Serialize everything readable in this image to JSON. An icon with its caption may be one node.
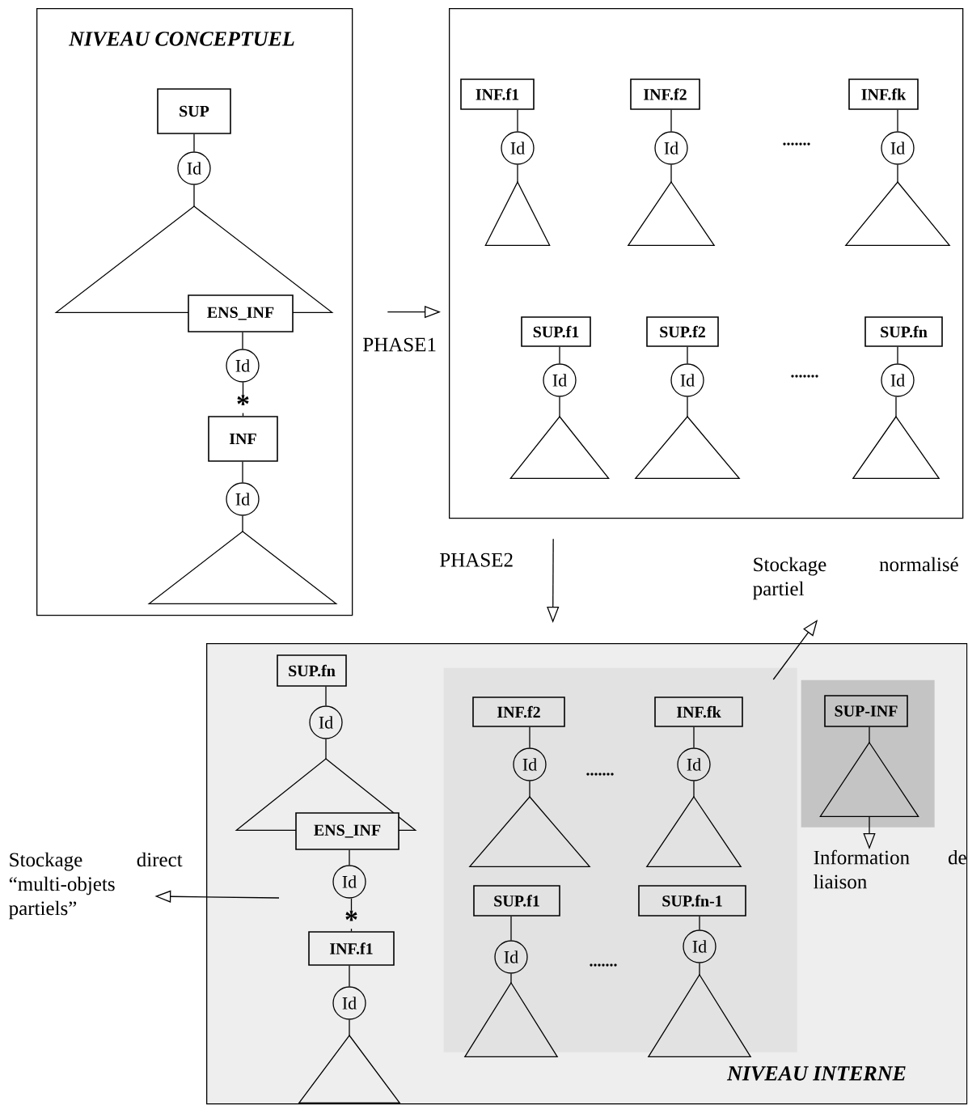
{
  "diagram": {
    "nodes": [
      {
        "text": [
          "NIVEAU CONCEPTUEL"
        ]
      },
      {
        "text": [
          "SUP"
        ],
        "in": 0
      },
      {
        "text": [
          "Id"
        ],
        "in": 0
      },
      {
        "text": [],
        "shape": "triangle",
        "in": 0
      },
      {
        "text": [
          "ENS_INF"
        ],
        "in": 0
      },
      {
        "text": [
          "Id"
        ],
        "in": 0
      },
      {
        "text": [
          "INF"
        ],
        "in": 0
      },
      {
        "text": [
          "Id"
        ],
        "in": 0
      },
      {
        "text": [],
        "shape": "triangle",
        "in": 0
      },
      {
        "text": [],
        "shape": "box"
      },
      {
        "text": [
          "INF.f1"
        ],
        "in": 9
      },
      {
        "text": [
          "Id"
        ],
        "in": 9
      },
      {
        "text": [],
        "shape": "triangle",
        "in": 9
      },
      {
        "text": [
          "INF.f2"
        ],
        "in": 9
      },
      {
        "text": [
          "Id"
        ],
        "in": 9
      },
      {
        "text": [],
        "shape": "triangle",
        "in": 9
      },
      {
        "text": [
          "INF.fk"
        ],
        "in": 9
      },
      {
        "text": [
          "Id"
        ],
        "in": 9
      },
      {
        "text": [],
        "shape": "triangle",
        "in": 9
      },
      {
        "text": [
          "SUP.f1"
        ],
        "in": 9
      },
      {
        "text": [
          "Id"
        ],
        "in": 9
      },
      {
        "text": [],
        "shape": "triangle",
        "in": 9
      },
      {
        "text": [
          "SUP.f2"
        ],
        "in": 9
      },
      {
        "text": [
          "Id"
        ],
        "in": 9
      },
      {
        "text": [],
        "shape": "triangle",
        "in": 9
      },
      {
        "text": [
          "SUP.fn"
        ],
        "in": 9
      },
      {
        "text": [
          "Id"
        ],
        "in": 9
      },
      {
        "text": [],
        "shape": "triangle",
        "in": 9
      },
      {
        "text": [
          "Stockage normalisé partiel"
        ]
      },
      {
        "text": [
          "NIVEAU INTERNE"
        ]
      },
      {
        "text": [
          "SUP.fn"
        ],
        "in": 29
      },
      {
        "text": [
          "Id"
        ],
        "in": 29
      },
      {
        "text": [],
        "shape": "triangle",
        "in": 29
      },
      {
        "text": [
          "ENS_INF"
        ],
        "in": 29
      },
      {
        "text": [
          "Id"
        ],
        "in": 29
      },
      {
        "text": [
          "INF.f1"
        ],
        "in": 29
      },
      {
        "text": [
          "Id"
        ],
        "in": 29
      },
      {
        "text": [],
        "shape": "triangle",
        "in": 29
      },
      {
        "text": [],
        "shape": "box",
        "in": 29
      },
      {
        "text": [
          "INF.f2"
        ],
        "in": 38
      },
      {
        "text": [
          "Id"
        ],
        "in": 38
      },
      {
        "text": [],
        "shape": "triangle",
        "in": 38
      },
      {
        "text": [
          "INF.fk"
        ],
        "in": 38
      },
      {
        "text": [
          "Id"
        ],
        "in": 38
      },
      {
        "text": [],
        "shape": "triangle",
        "in": 38
      },
      {
        "text": [
          "SUP.f1"
        ],
        "in": 38
      },
      {
        "text": [
          "Id"
        ],
        "in": 38
      },
      {
        "text": [],
        "shape": "triangle",
        "in": 38
      },
      {
        "text": [
          "SUP.fn-1"
        ],
        "in": 38
      },
      {
        "text": [
          "Id"
        ],
        "in": 38
      },
      {
        "text": [],
        "shape": "triangle",
        "in": 38
      },
      {
        "text": [],
        "shape": "box",
        "in": 29
      },
      {
        "text": [
          "SUP-INF"
        ],
        "in": 51
      },
      {
        "text": [],
        "shape": "triangle",
        "in": 51
      },
      {
        "text": [
          "Stockage direct “multi-objets partiels”"
        ]
      },
      {
        "text": [
          "Information de liaison"
        ],
        "in": 29
      }
    ],
    "edges": [
      {
        "from": 1,
        "to": 2,
        "arrow": "none"
      },
      {
        "from": 2,
        "to": 3,
        "arrow": "none"
      },
      {
        "from": 4,
        "to": 5,
        "arrow": "none"
      },
      {
        "from": 5,
        "to": 6,
        "arrow": "none",
        "label": "*"
      },
      {
        "from": 6,
        "to": 7,
        "arrow": "none"
      },
      {
        "from": 7,
        "to": 8,
        "arrow": "none"
      },
      {
        "from": 0,
        "to": 9,
        "arrow": "to",
        "label": "PHASE1"
      },
      {
        "from": 10,
        "to": 11,
        "arrow": "none"
      },
      {
        "from": 11,
        "to": 12,
        "arrow": "none"
      },
      {
        "from": 13,
        "to": 14,
        "arrow": "none"
      },
      {
        "from": 14,
        "to": 15,
        "arrow": "none"
      },
      {
        "from": 16,
        "to": 17,
        "arrow": "none"
      },
      {
        "from": 17,
        "to": 18,
        "arrow": "none"
      },
      {
        "from": 19,
        "to": 20,
        "arrow": "none"
      },
      {
        "from": 20,
        "to": 21,
        "arrow": "none"
      },
      {
        "from": 22,
        "to": 23,
        "arrow": "none"
      },
      {
        "from": 23,
        "to": 24,
        "arrow": "none"
      },
      {
        "from": 25,
        "to": 26,
        "arrow": "none"
      },
      {
        "from": 26,
        "to": 27,
        "arrow": "none"
      },
      {
        "from": 9,
        "to": 29,
        "arrow": "to",
        "label": "PHASE2"
      },
      {
        "from": 38,
        "to": 28,
        "arrow": "to"
      },
      {
        "from": 30,
        "to": 31,
        "arrow": "none"
      },
      {
        "from": 31,
        "to": 32,
        "arrow": "none"
      },
      {
        "from": 33,
        "to": 34,
        "arrow": "none"
      },
      {
        "from": 34,
        "to": 35,
        "arrow": "none",
        "label": "*"
      },
      {
        "from": 35,
        "to": 36,
        "arrow": "none"
      },
      {
        "from": 36,
        "to": 37,
        "arrow": "none"
      },
      {
        "from": 39,
        "to": 40,
        "arrow": "none"
      },
      {
        "from": 40,
        "to": 41,
        "arrow": "none"
      },
      {
        "from": 42,
        "to": 43,
        "arrow": "none"
      },
      {
        "from": 43,
        "to": 44,
        "arrow": "none"
      },
      {
        "from": 45,
        "to": 46,
        "arrow": "none"
      },
      {
        "from": 46,
        "to": 47,
        "arrow": "none"
      },
      {
        "from": 48,
        "to": 49,
        "arrow": "none"
      },
      {
        "from": 49,
        "to": 50,
        "arrow": "none"
      },
      {
        "from": 52,
        "to": 53,
        "arrow": "none"
      },
      {
        "from": 53,
        "to": 55,
        "arrow": "to"
      },
      {
        "from": null,
        "to": 54,
        "arrow": "to"
      }
    ],
    "labels": [
      ".......",
      ".......",
      ".......",
      "......."
    ]
  }
}
